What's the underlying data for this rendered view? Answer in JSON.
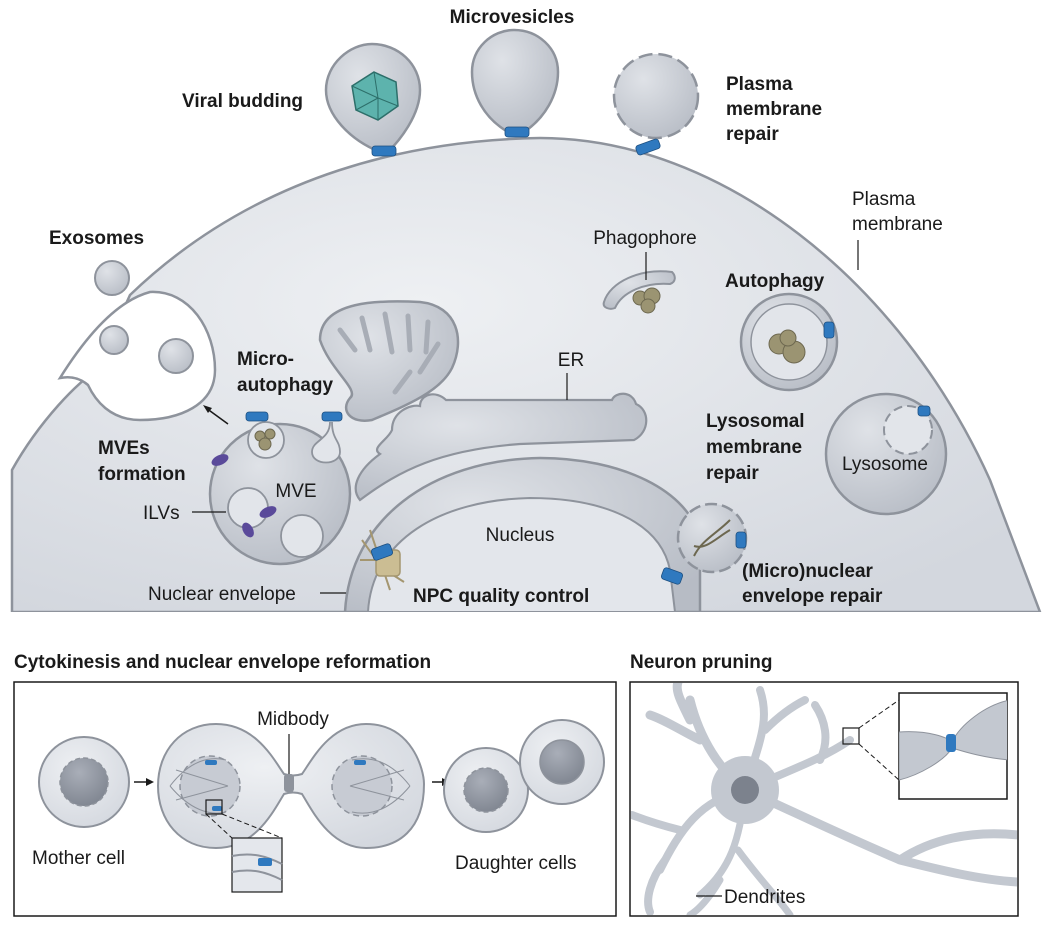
{
  "top": {
    "labels": {
      "microvesicles": "Microvesicles",
      "viral_budding": "Viral budding",
      "pm_repair": [
        "Plasma",
        "membrane",
        "repair"
      ],
      "plasma_membrane": [
        "Plasma",
        "membrane"
      ],
      "exosomes": "Exosomes",
      "phagophore": "Phagophore",
      "autophagy": "Autophagy",
      "microautophagy": [
        "Micro-",
        "autophagy"
      ],
      "er": "ER",
      "lysosomal_repair": [
        "Lysosomal",
        "membrane",
        "repair"
      ],
      "lysosome": "Lysosome",
      "mves_formation": [
        "MVEs",
        "formation"
      ],
      "mve": "MVE",
      "ilvs": "ILVs",
      "nucleus": "Nucleus",
      "nuclear_envelope": "Nuclear envelope",
      "npc_qc": "NPC quality control",
      "micronuclear_repair": [
        "(Micro)nuclear",
        "envelope repair"
      ]
    }
  },
  "cytokinesis": {
    "title": "Cytokinesis and nuclear envelope reformation",
    "midbody": "Midbody",
    "mother_cell": "Mother cell",
    "daughter_cells": "Daughter cells"
  },
  "neuron": {
    "title": "Neuron pruning",
    "dendrites": "Dendrites"
  },
  "colors": {
    "cell_fill": "#e4e7ec",
    "cell_stroke": "#8e939c",
    "organelle_fill": "#c9cdd5",
    "escrt": "#2f79bf",
    "virus": "#5db3ad",
    "cargo": "#9b9472",
    "ilv_marker": "#5a4a9a",
    "npc": "#cbbd93"
  }
}
